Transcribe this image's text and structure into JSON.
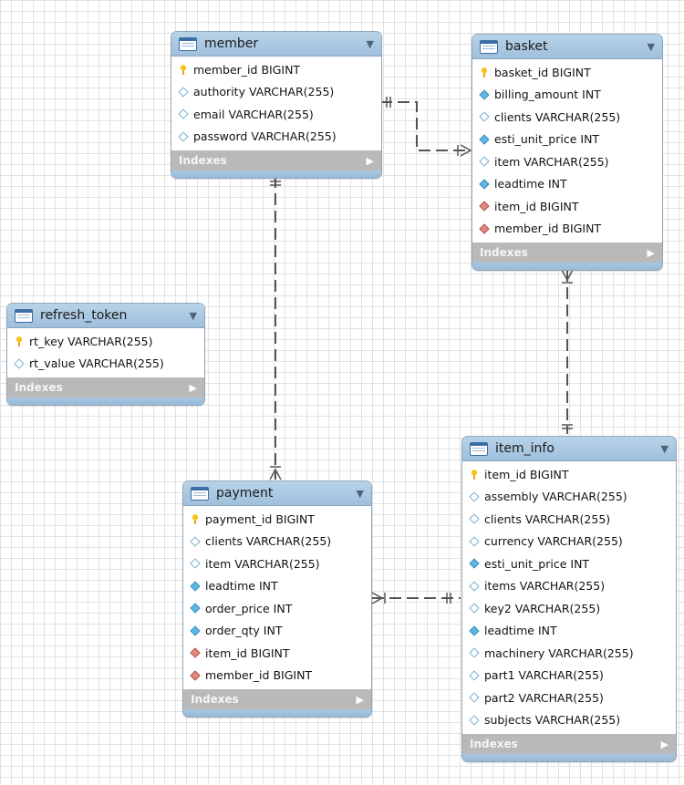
{
  "tables": {
    "member": {
      "name": "member",
      "indexes_label": "Indexes",
      "columns": [
        {
          "text": "member_id BIGINT",
          "icon": "primary-key-icon"
        },
        {
          "text": "authority VARCHAR(255)",
          "icon": "column-icon"
        },
        {
          "text": "email VARCHAR(255)",
          "icon": "column-icon"
        },
        {
          "text": "password VARCHAR(255)",
          "icon": "column-icon"
        }
      ]
    },
    "basket": {
      "name": "basket",
      "indexes_label": "Indexes",
      "columns": [
        {
          "text": "basket_id BIGINT",
          "icon": "primary-key-icon"
        },
        {
          "text": "billing_amount INT",
          "icon": "not-null-column-icon"
        },
        {
          "text": "clients VARCHAR(255)",
          "icon": "column-icon"
        },
        {
          "text": "esti_unit_price INT",
          "icon": "not-null-column-icon"
        },
        {
          "text": "item VARCHAR(255)",
          "icon": "column-icon"
        },
        {
          "text": "leadtime INT",
          "icon": "not-null-column-icon"
        },
        {
          "text": "item_id BIGINT",
          "icon": "foreign-key-icon"
        },
        {
          "text": "member_id BIGINT",
          "icon": "foreign-key-icon"
        }
      ]
    },
    "refresh_token": {
      "name": "refresh_token",
      "indexes_label": "Indexes",
      "columns": [
        {
          "text": "rt_key VARCHAR(255)",
          "icon": "primary-key-icon"
        },
        {
          "text": "rt_value VARCHAR(255)",
          "icon": "column-icon"
        }
      ]
    },
    "payment": {
      "name": "payment",
      "indexes_label": "Indexes",
      "columns": [
        {
          "text": "payment_id BIGINT",
          "icon": "primary-key-icon"
        },
        {
          "text": "clients VARCHAR(255)",
          "icon": "column-icon"
        },
        {
          "text": "item VARCHAR(255)",
          "icon": "column-icon"
        },
        {
          "text": "leadtime INT",
          "icon": "not-null-column-icon"
        },
        {
          "text": "order_price INT",
          "icon": "not-null-column-icon"
        },
        {
          "text": "order_qty INT",
          "icon": "not-null-column-icon"
        },
        {
          "text": "item_id BIGINT",
          "icon": "foreign-key-icon"
        },
        {
          "text": "member_id BIGINT",
          "icon": "foreign-key-icon"
        }
      ]
    },
    "item_info": {
      "name": "item_info",
      "indexes_label": "Indexes",
      "columns": [
        {
          "text": "item_id BIGINT",
          "icon": "primary-key-icon"
        },
        {
          "text": "assembly VARCHAR(255)",
          "icon": "column-icon"
        },
        {
          "text": "clients VARCHAR(255)",
          "icon": "column-icon"
        },
        {
          "text": "currency VARCHAR(255)",
          "icon": "column-icon"
        },
        {
          "text": "esti_unit_price INT",
          "icon": "not-null-column-icon"
        },
        {
          "text": "items VARCHAR(255)",
          "icon": "column-icon"
        },
        {
          "text": "key2 VARCHAR(255)",
          "icon": "column-icon"
        },
        {
          "text": "leadtime INT",
          "icon": "not-null-column-icon"
        },
        {
          "text": "machinery VARCHAR(255)",
          "icon": "column-icon"
        },
        {
          "text": "part1 VARCHAR(255)",
          "icon": "column-icon"
        },
        {
          "text": "part2 VARCHAR(255)",
          "icon": "column-icon"
        },
        {
          "text": "subjects VARCHAR(255)",
          "icon": "column-icon"
        }
      ]
    }
  },
  "relationships": [
    {
      "from": "member",
      "to": "basket",
      "from_cardinality": "one",
      "to_cardinality": "many"
    },
    {
      "from": "member",
      "to": "payment",
      "from_cardinality": "one",
      "to_cardinality": "many"
    },
    {
      "from": "item_info",
      "to": "basket",
      "from_cardinality": "one",
      "to_cardinality": "many"
    },
    {
      "from": "item_info",
      "to": "payment",
      "from_cardinality": "one",
      "to_cardinality": "many"
    }
  ],
  "colors": {
    "header": "#a9c8e3",
    "footer": "#b9b9b9",
    "connector": "#555555"
  }
}
